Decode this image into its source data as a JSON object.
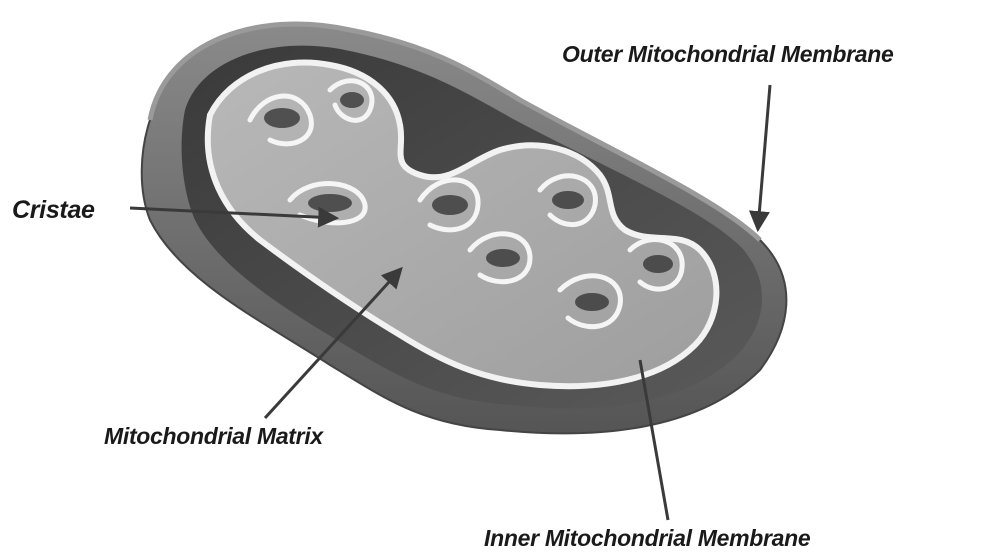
{
  "labels": {
    "outer_membrane": "Outer Mitochondrial Membrane",
    "cristae": "Cristae",
    "matrix": "Mitochondrial Matrix",
    "inner_membrane": "Inner Mitochondrial Membrane"
  }
}
